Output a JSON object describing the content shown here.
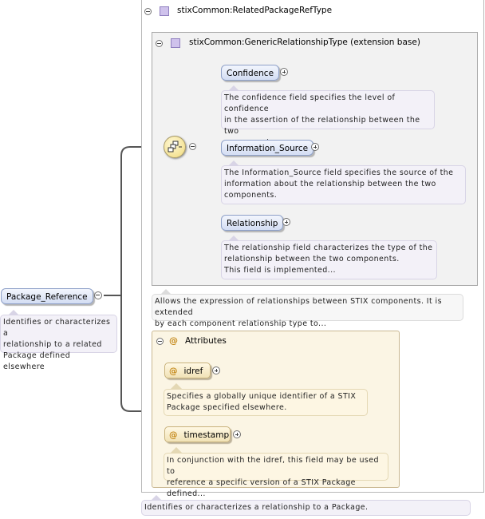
{
  "root_element": {
    "label": "Package_Reference",
    "note": [
      "Identifies or characterizes a",
      "relationship to a related",
      "Package defined elsewhere"
    ]
  },
  "type": {
    "label": "stixCommon:RelatedPackageRefType",
    "note": "Identifies or characterizes a relationship to a Package."
  },
  "extension_base": {
    "label": "stixCommon:GenericRelationshipType (extension base)",
    "note": [
      "Allows the expression of relationships between STIX components. It is extended",
      "by each component relationship type to..."
    ]
  },
  "children": [
    {
      "label": "Confidence",
      "note": [
        "The confidence field specifies the level of confidence",
        "in the assertion of the relationship between the two",
        "components."
      ]
    },
    {
      "label": "Information_Source",
      "note": [
        "The Information_Source field specifies the source of the",
        "information about the relationship between the two",
        "components."
      ]
    },
    {
      "label": "Relationship",
      "note": [
        "The relationship field characterizes the type of the",
        "relationship between the two components.",
        "This field is implemented..."
      ]
    }
  ],
  "attributes": {
    "title": "Attributes",
    "items": [
      {
        "label": "idref",
        "note": [
          "Specifies a globally unique identifier of a STIX",
          "Package specified elsewhere."
        ]
      },
      {
        "label": "timestamp",
        "note": [
          "In conjunction with the idref, this field may be used to",
          "reference a specific version of a STIX Package defined..."
        ]
      }
    ]
  },
  "icons": {
    "expand": "plus-circle-icon",
    "collapse": "minus-circle-icon",
    "type": "complex-type-icon",
    "sequence": "sequence-compositor-icon",
    "attribute": "at-sign-icon"
  }
}
